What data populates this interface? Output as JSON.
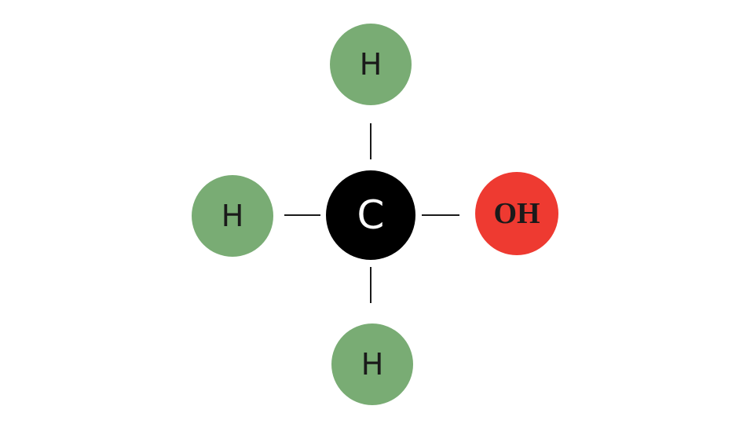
{
  "colors": {
    "hydrogen": "#79ac74",
    "carbon": "#000000",
    "hydroxyl": "#ee3a31",
    "bond": "#1a1a1a"
  },
  "atoms": {
    "h_top": "H",
    "h_left": "H",
    "h_bottom": "H",
    "carbon": "C",
    "hydroxyl": "OH"
  }
}
